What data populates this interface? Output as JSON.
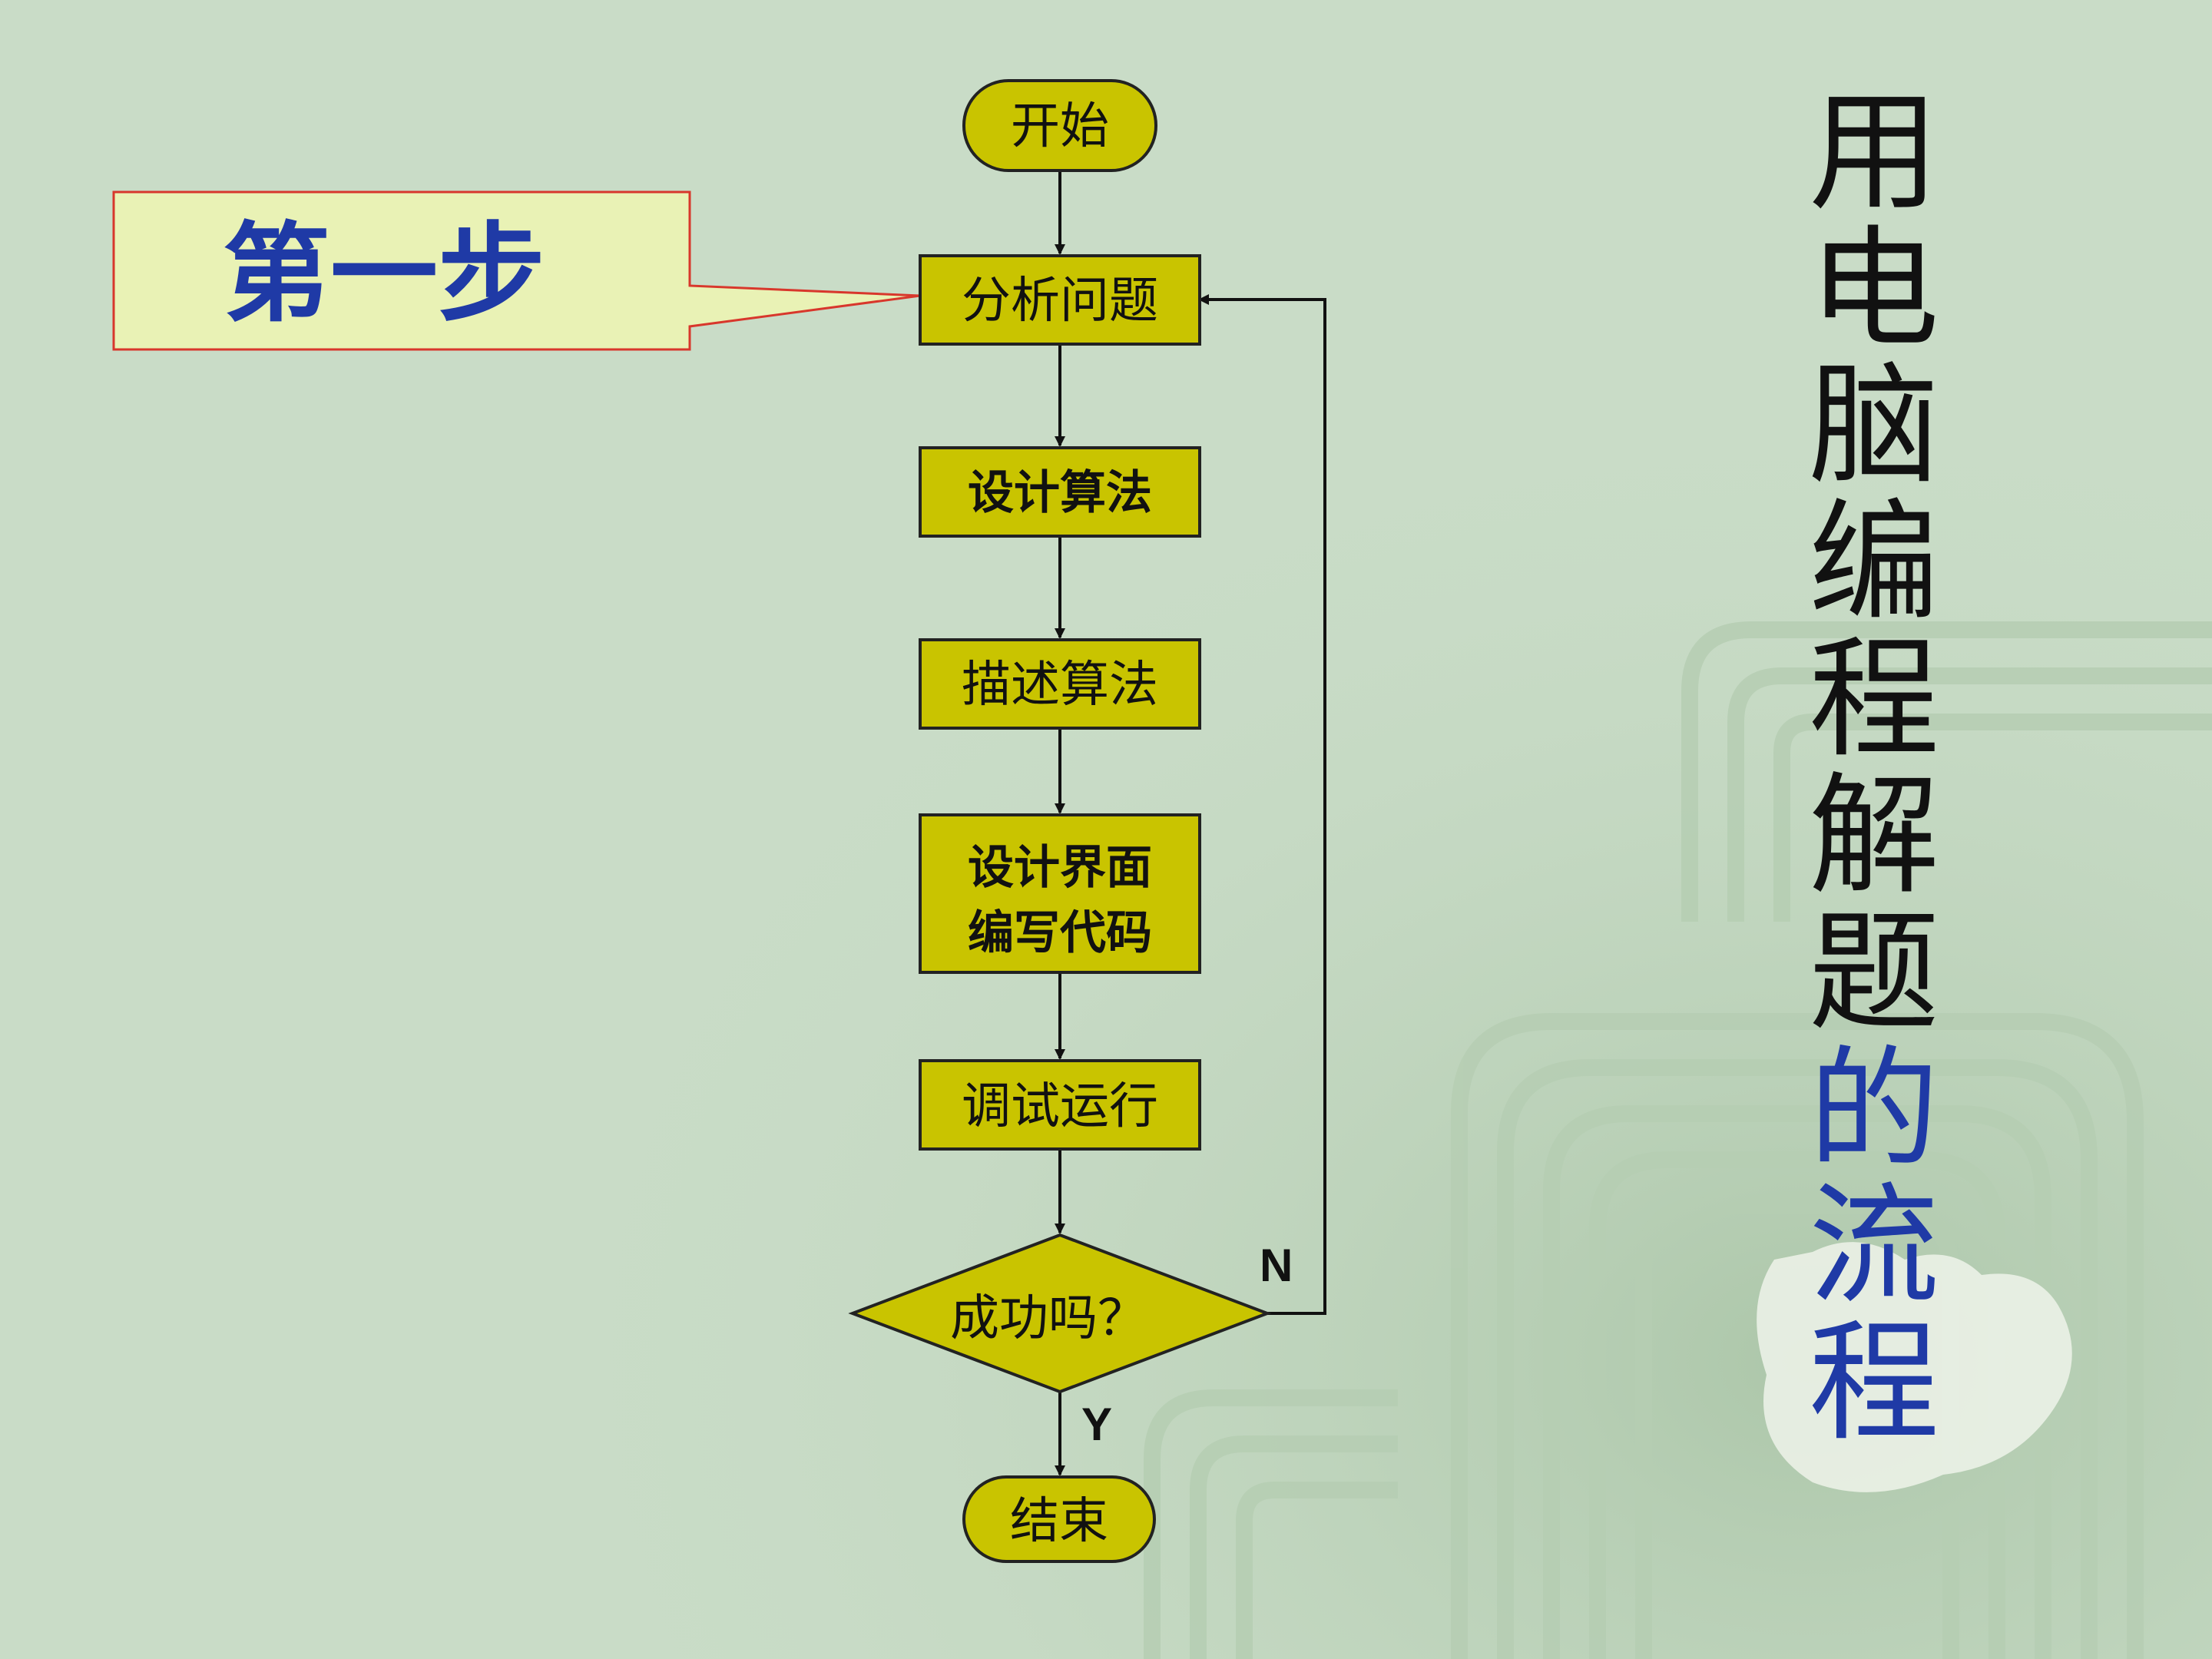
{
  "title": {
    "chars": [
      "用",
      "电",
      "脑",
      "编",
      "程",
      "解",
      "题",
      "的",
      "流",
      "程"
    ],
    "highlight_from": 7,
    "color_main": "#111111",
    "color_highlight": "#1f3aa6"
  },
  "callout": {
    "text": "第一步",
    "fill": "#e9f2b5",
    "stroke": "#d8372c"
  },
  "colors": {
    "node_fill": "#c9c400",
    "node_stroke": "#222222",
    "line": "#111111"
  },
  "nodes": [
    {
      "id": "start",
      "shape": "terminal",
      "lines": [
        "开始"
      ]
    },
    {
      "id": "analyze",
      "shape": "process",
      "lines": [
        "分析问题"
      ]
    },
    {
      "id": "design_algo",
      "shape": "process",
      "lines": [
        "设计算法"
      ],
      "bold": true
    },
    {
      "id": "describe_algo",
      "shape": "process",
      "lines": [
        "描述算法"
      ]
    },
    {
      "id": "design_ui",
      "shape": "process",
      "lines": [
        "设计界面",
        "编写代码"
      ],
      "bold": true
    },
    {
      "id": "debug",
      "shape": "process",
      "lines": [
        "调试运行"
      ]
    },
    {
      "id": "success",
      "shape": "decision",
      "lines": [
        "成功吗？"
      ]
    },
    {
      "id": "end",
      "shape": "terminal",
      "lines": [
        "结束"
      ]
    }
  ],
  "edges": [
    {
      "from": "start",
      "to": "analyze"
    },
    {
      "from": "analyze",
      "to": "design_algo"
    },
    {
      "from": "design_algo",
      "to": "describe_algo"
    },
    {
      "from": "describe_algo",
      "to": "design_ui"
    },
    {
      "from": "design_ui",
      "to": "debug"
    },
    {
      "from": "debug",
      "to": "success"
    },
    {
      "from": "success",
      "to": "end",
      "label": "Y"
    },
    {
      "from": "success",
      "to": "analyze",
      "label": "N"
    }
  ]
}
